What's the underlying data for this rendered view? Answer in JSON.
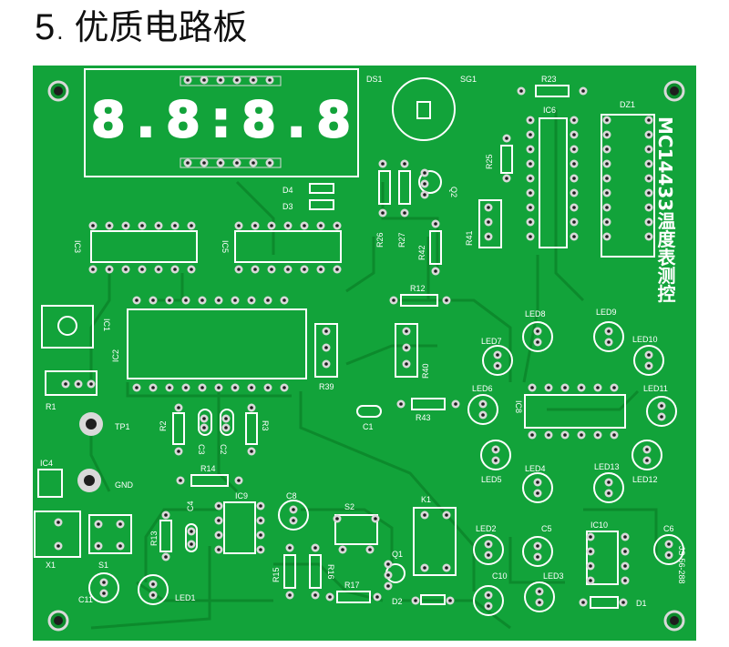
{
  "heading": {
    "number": "5",
    "separator": ".",
    "title": "优质电路板"
  },
  "board": {
    "product_text": "MC14433温度表测控",
    "code_text": "JS-56-288",
    "display_digits": "8.8:8.8",
    "colors": {
      "pcb": "#12a33a",
      "silk": "#ffffff",
      "trace": "#0c8a2c",
      "pad": "#d9d9d9",
      "pad_hole": "#1e1e1e"
    },
    "labels": {
      "ds1": "DS1",
      "sg1": "SG1",
      "r23": "R23",
      "ic6": "IC6",
      "dz1": "DZ1",
      "d4": "D4",
      "d3": "D3",
      "r25": "R25",
      "q2": "Q2",
      "ic3": "IC3",
      "ic5": "IC5",
      "r26": "R26",
      "r27": "R27",
      "r42": "R42",
      "r41": "R41",
      "ic1": "IC1",
      "r12": "R12",
      "led8": "LED8",
      "led9": "LED9",
      "ic2": "IC2",
      "r40": "R40",
      "r39": "R39",
      "led7": "LED7",
      "led10": "LED10",
      "r1": "R1",
      "led6": "LED6",
      "ic8": "IC8",
      "led11": "LED11",
      "tp1": "TP1",
      "r2": "R2",
      "c3": "C3",
      "c2": "C2",
      "r3": "R3",
      "c1": "C1",
      "r43": "R43",
      "ic4": "IC4",
      "gnd": "GND",
      "r14": "R14",
      "led5": "LED5",
      "led4": "LED4",
      "led13": "LED13",
      "led12": "LED12",
      "c4": "C4",
      "ic9": "IC9",
      "c8": "C8",
      "s2": "S2",
      "k1": "K1",
      "x1": "X1",
      "s1": "S1",
      "r13": "R13",
      "led2": "LED2",
      "c5": "C5",
      "ic10": "IC10",
      "c6": "C6",
      "r15": "R15",
      "r16": "R16",
      "r17": "R17",
      "q1": "Q1",
      "c11": "C11",
      "led1": "LED1",
      "c10": "C10",
      "led3": "LED3",
      "d2": "D2",
      "d1": "D1"
    }
  }
}
